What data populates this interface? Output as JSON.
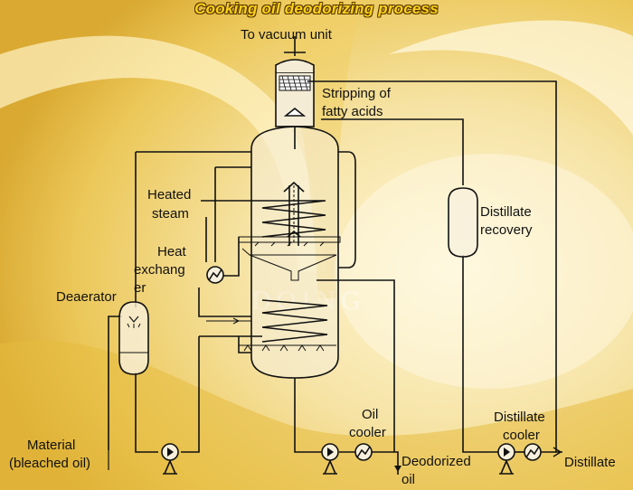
{
  "title": "Cooking oil deodorizing process",
  "watermark": "DOING",
  "labels": {
    "vacuum": "To vacuum unit",
    "stripping_1": "Stripping of",
    "stripping_2": "fatty acids",
    "heated_1": "Heated",
    "heated_2": "steam",
    "heat_ex_1": "Heat",
    "heat_ex_2": "exchang",
    "heat_ex_3": "er",
    "deaerator": "Deaerator",
    "distillate_rec_1": "Distillate",
    "distillate_rec_2": "recovery",
    "material_1": "Material",
    "material_2": "(bleached oil)",
    "oil_cooler_1": "Oil",
    "oil_cooler_2": "cooler",
    "dist_cooler_1": "Distillate",
    "dist_cooler_2": "cooler",
    "deodorized_1": "Deodorized",
    "deodorized_2": "oil",
    "distillate_out": "Distillate"
  },
  "colors": {
    "line": "#111111",
    "title_fill": "#ffd21a",
    "title_outline": "#5a3a00",
    "background_oil": "#f2d679"
  }
}
